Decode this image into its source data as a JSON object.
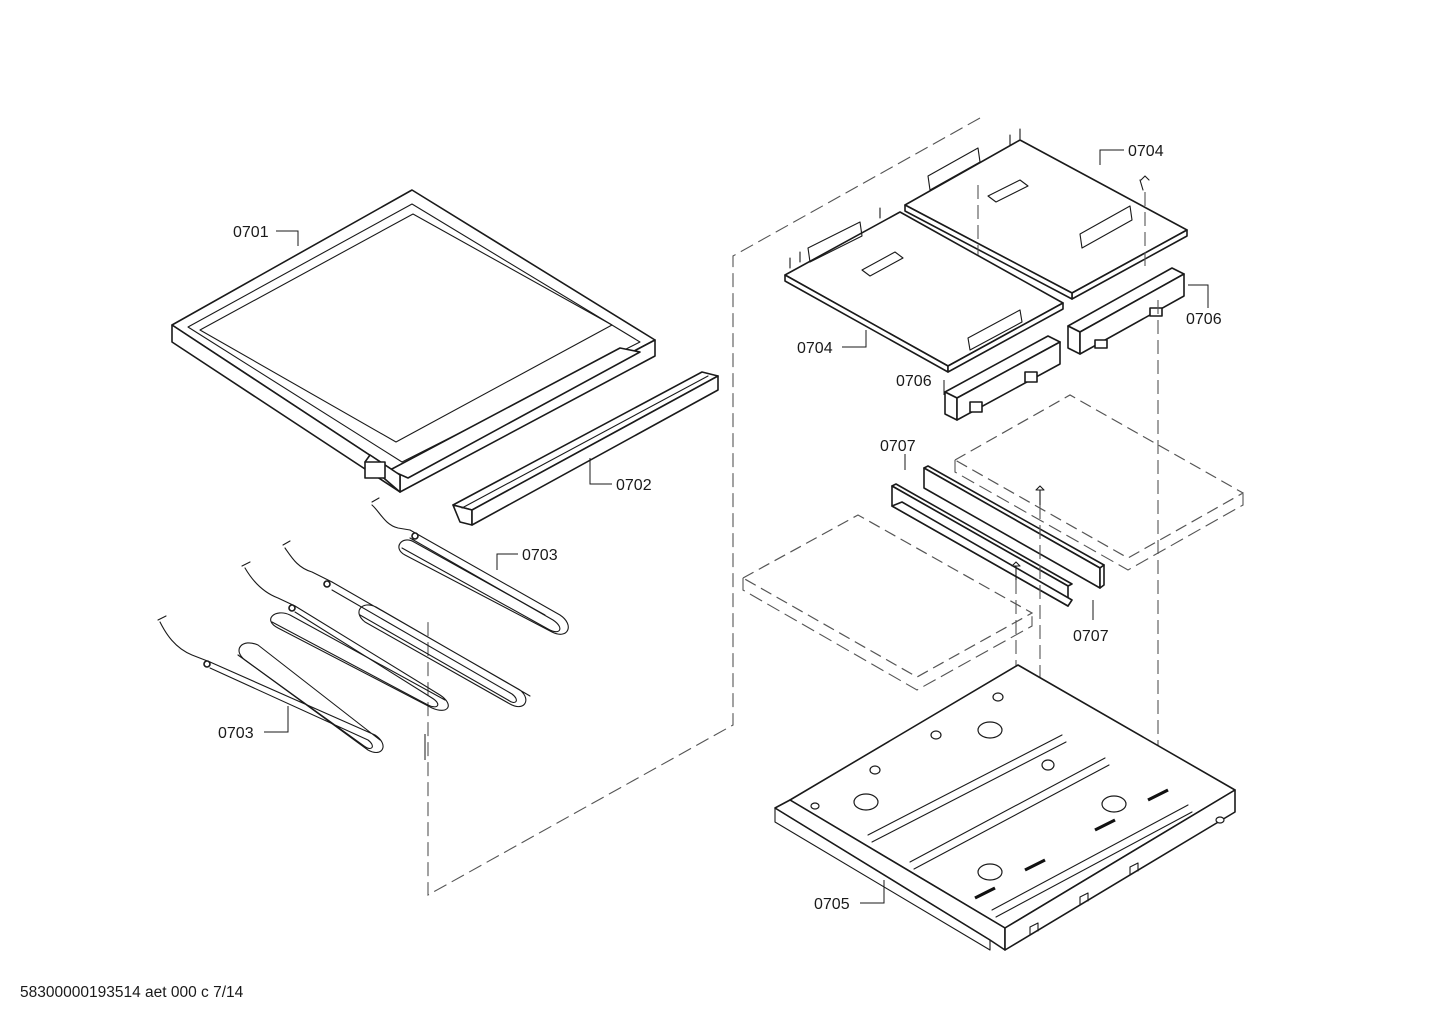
{
  "labels": {
    "l0701": "0701",
    "l0702": "0702",
    "l0703a": "0703",
    "l0703b": "0703",
    "l0704a": "0704",
    "l0704b": "0704",
    "l0705": "0705",
    "l0706a": "0706",
    "l0706b": "0706",
    "l0707a": "0707",
    "l0707b": "0707"
  },
  "footer": "58300000193514 aet 000 c 7/14"
}
